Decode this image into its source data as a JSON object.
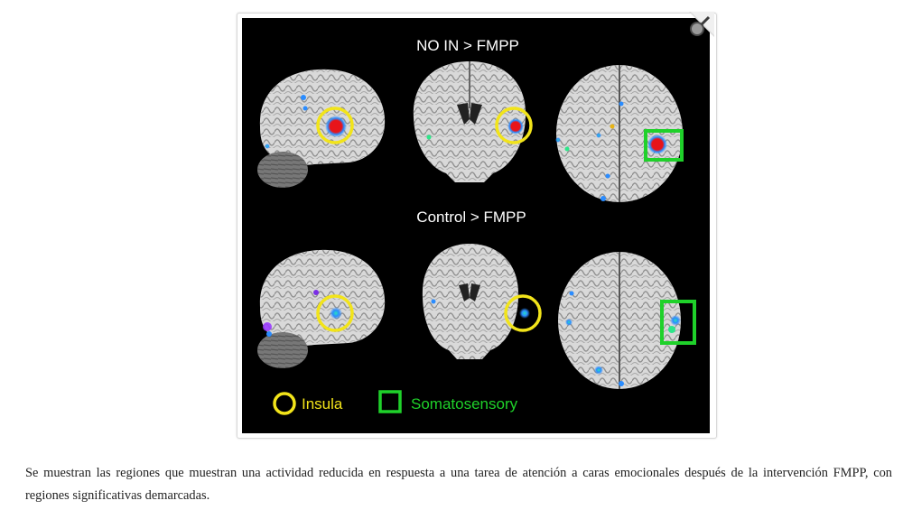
{
  "figure": {
    "top_title": "NO IN > FMPP",
    "bottom_title": "Control > FMPP",
    "legend": {
      "insula_label": "Insula",
      "somatosensory_label": "Somatosensory"
    },
    "colors": {
      "background": "#000000",
      "insula_marker": "#f2e41a",
      "somatosensory_marker": "#1fd12a",
      "activation_hot": "#e8141a",
      "activation_cool": "#2a8cff"
    },
    "zoom_icon": "magnifier-icon"
  },
  "caption": "Se muestran las regiones que muestran una actividad reducida en respuesta a una tarea de atención a caras emocionales después de la intervención FMPP, con regiones significativas demarcadas."
}
